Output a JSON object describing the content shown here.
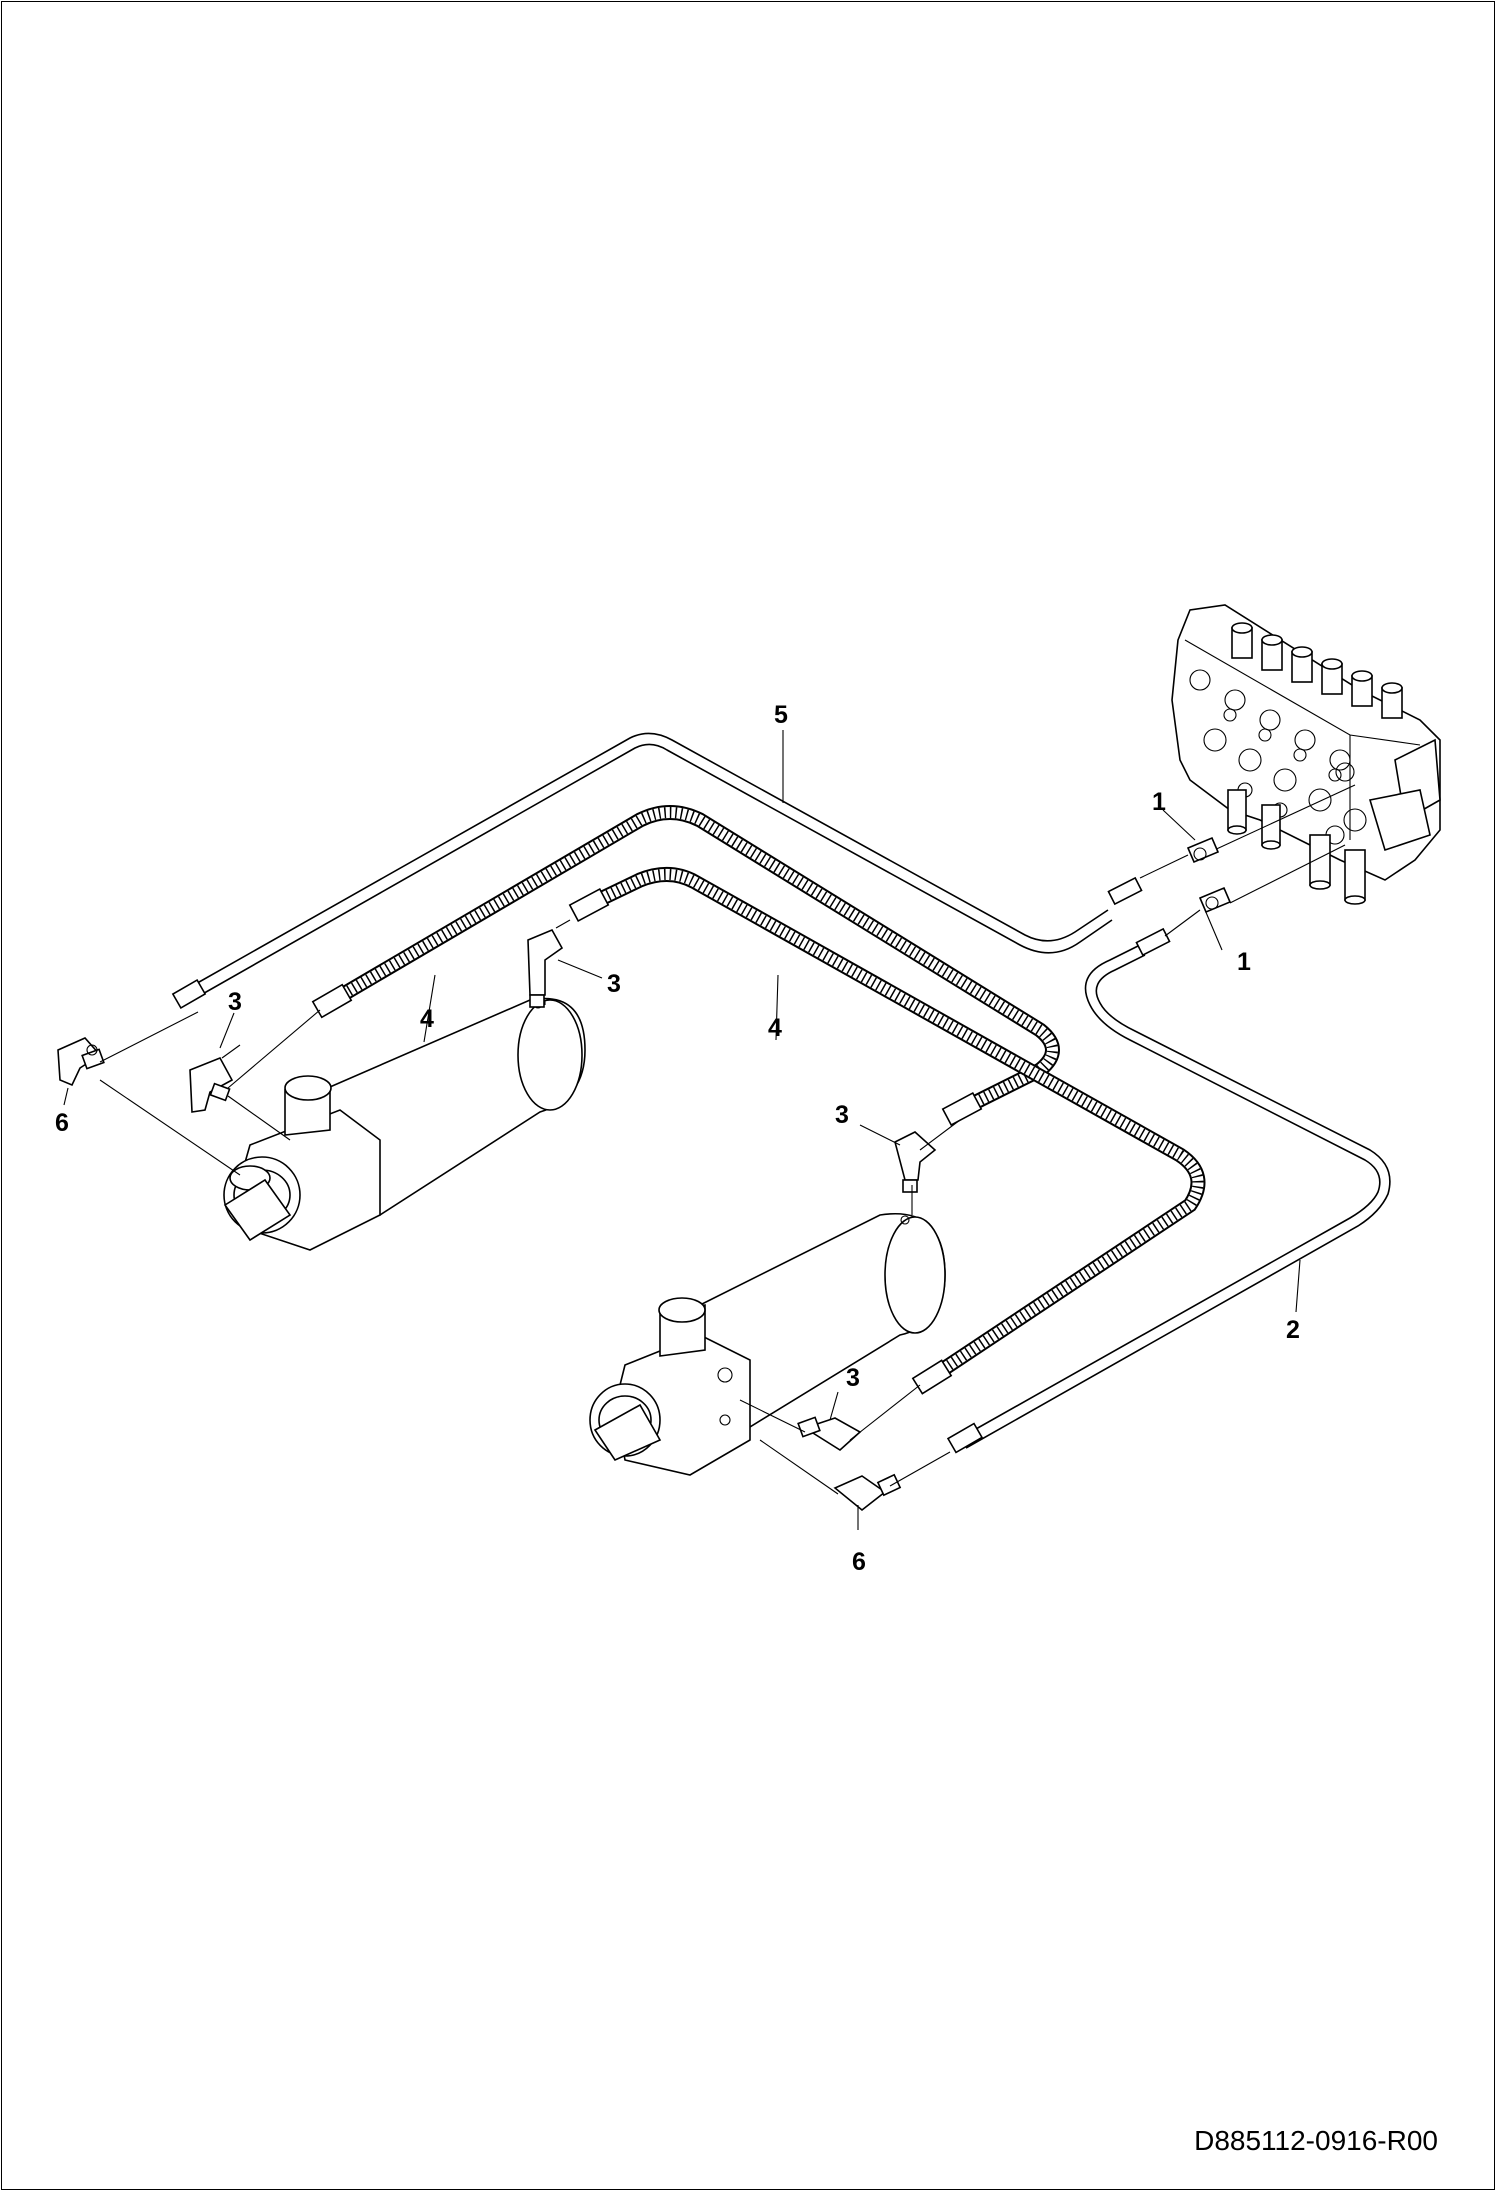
{
  "callouts": {
    "c1a": "1",
    "c1b": "1",
    "c2": "2",
    "c3a": "3",
    "c3b": "3",
    "c3c": "3",
    "c3d": "3",
    "c4a": "4",
    "c4b": "4",
    "c5": "5",
    "c6a": "6",
    "c6b": "6"
  },
  "document_id": "D885112-0916-R00"
}
